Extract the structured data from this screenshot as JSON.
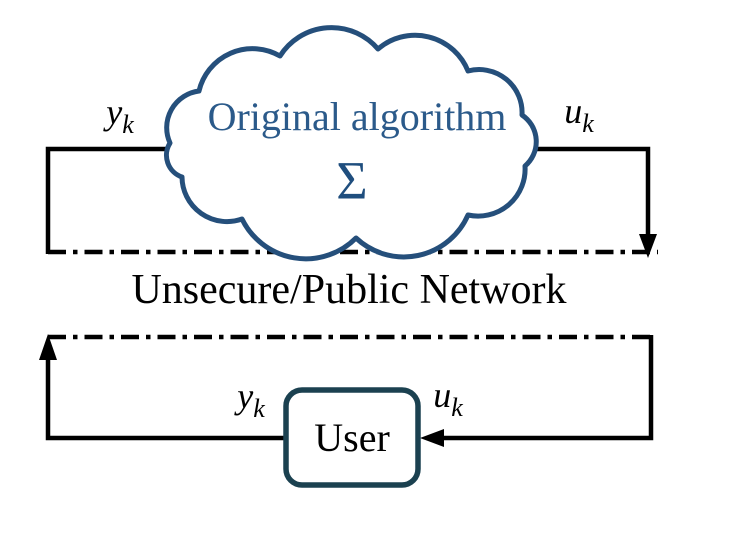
{
  "colors": {
    "line": "#000000",
    "cloud_stroke": "#254f7b",
    "cloud_text": "#2b5a8a",
    "sigma_text": "#1f4e7e",
    "box_border": "#1b4150",
    "label_text": "#000000",
    "background": "#ffffff"
  },
  "cloud": {
    "title": "Original algorithm",
    "symbol": "Σ"
  },
  "network": {
    "label": "Unsecure/Public Network"
  },
  "user": {
    "label": "User"
  },
  "signals": {
    "y_top": {
      "base": "y",
      "sub": "k"
    },
    "u_top": {
      "base": "u",
      "sub": "k"
    },
    "y_bottom": {
      "base": "y",
      "sub": "k"
    },
    "u_bottom": {
      "base": "u",
      "sub": "k"
    }
  }
}
